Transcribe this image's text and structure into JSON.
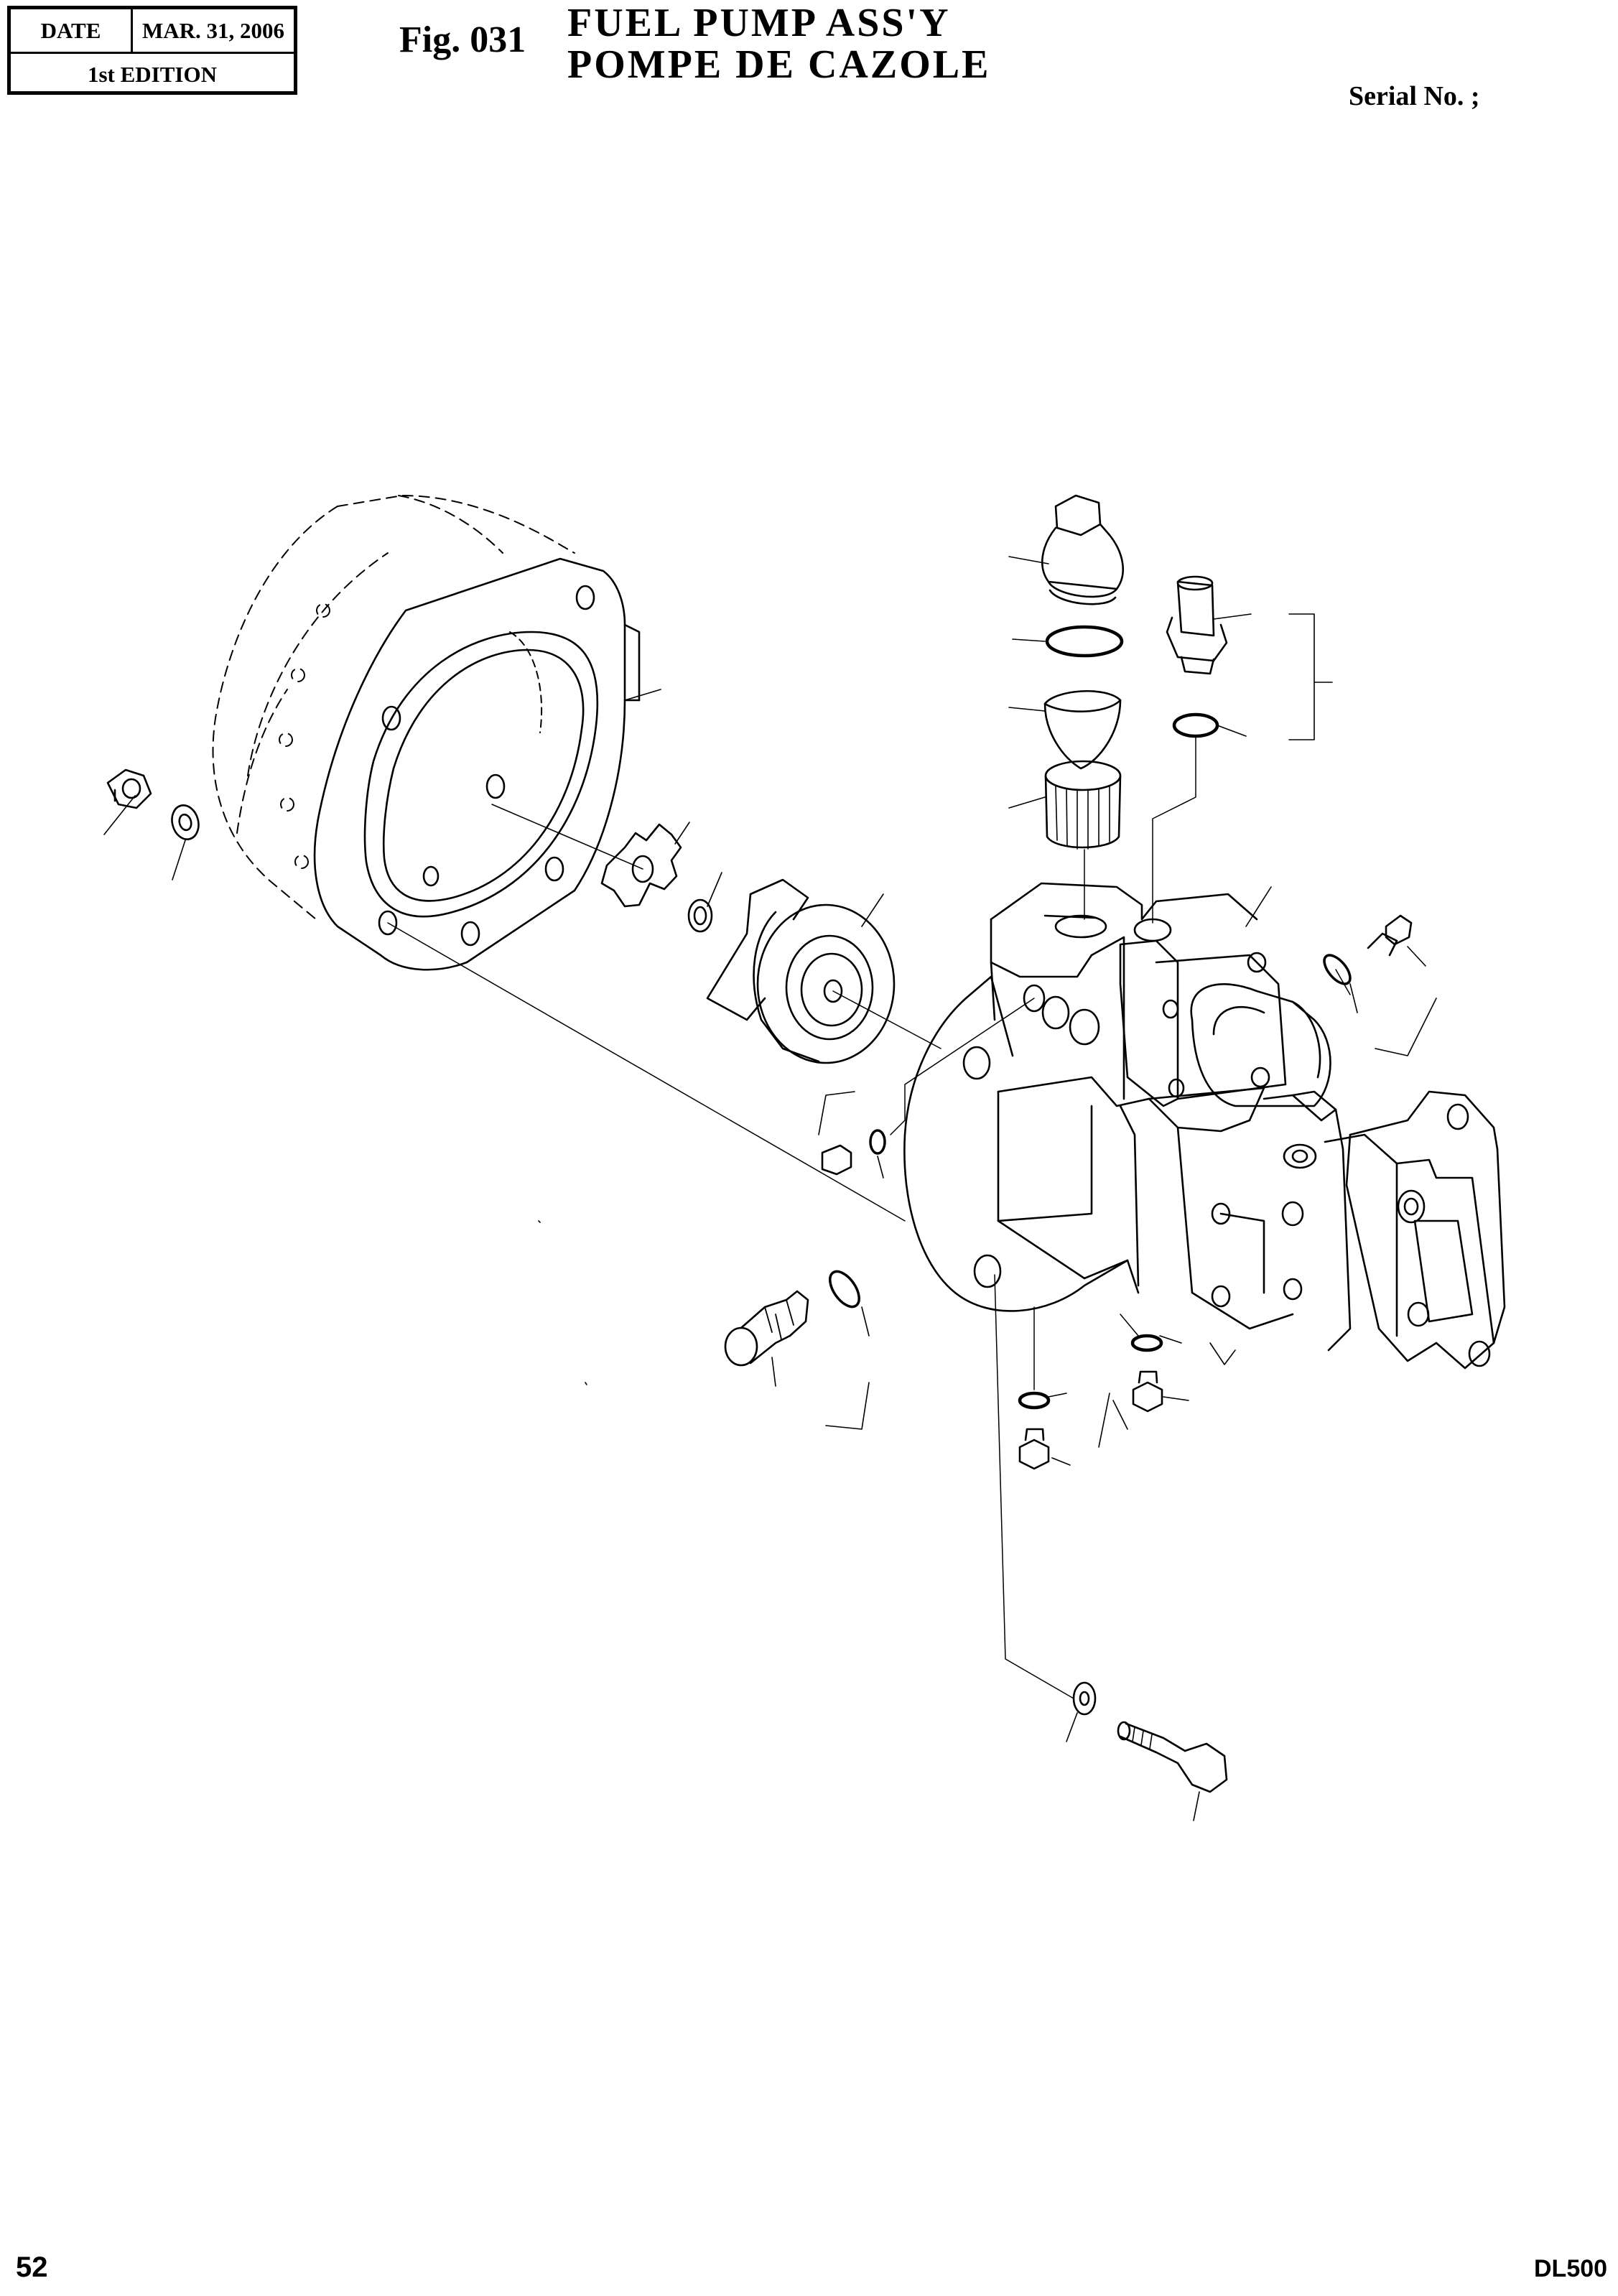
{
  "header": {
    "date_label": "DATE",
    "date_value": "MAR. 31, 2006",
    "edition": "1st EDITION",
    "figure_number": "Fig. 031",
    "title_en": "FUEL PUMP ASS'Y",
    "title_fr": "POMPE DE CAZOLE",
    "serial_label": "Serial No. ;"
  },
  "footer": {
    "page_number": "52",
    "model": "DL500"
  }
}
